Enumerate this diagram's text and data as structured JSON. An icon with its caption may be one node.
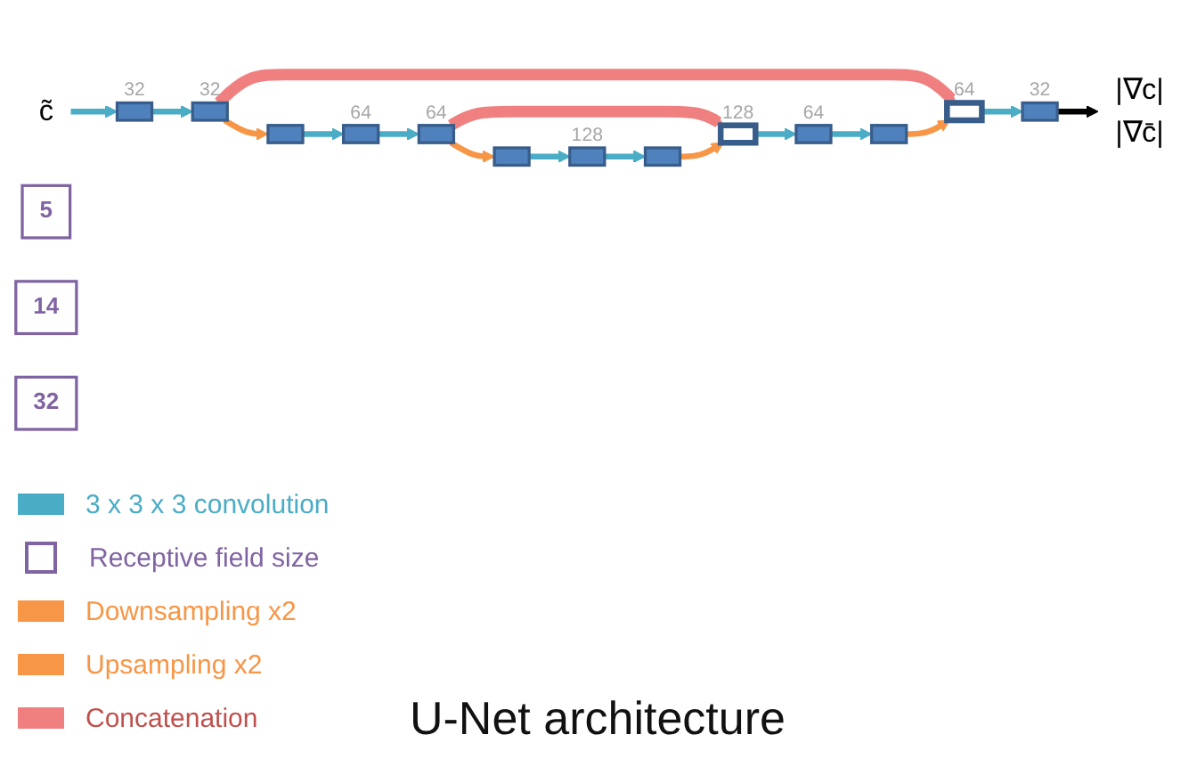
{
  "diagram": {
    "caption": "U-Net architecture",
    "nodes": [
      {
        "text": [
          "c̃"
        ]
      },
      {
        "text": [],
        "shape": "bar",
        "beside": [
          "32"
        ]
      },
      {
        "text": [],
        "shape": "bar",
        "beside": [
          "32"
        ]
      },
      {
        "text": [
          "5"
        ]
      },
      {
        "text": [],
        "shape": "bar",
        "beside": [
          "64"
        ]
      },
      {
        "text": [],
        "shape": "bar",
        "beside": [
          "32"
        ]
      },
      {
        "text": [
          "|∇c|",
          "|∇c̄|"
        ]
      },
      {
        "text": [],
        "shape": "bar"
      },
      {
        "text": [],
        "shape": "bar",
        "beside": [
          "64"
        ]
      },
      {
        "text": [],
        "shape": "bar",
        "beside": [
          "64"
        ]
      },
      {
        "text": [
          "14"
        ]
      },
      {
        "text": [],
        "shape": "bar",
        "beside": [
          "128"
        ]
      },
      {
        "text": [],
        "shape": "bar",
        "beside": [
          "64"
        ]
      },
      {
        "text": [],
        "shape": "bar"
      },
      {
        "text": [],
        "shape": "bar"
      },
      {
        "text": [],
        "shape": "bar",
        "beside": [
          "128"
        ]
      },
      {
        "text": [],
        "shape": "bar"
      },
      {
        "text": [
          "32"
        ]
      }
    ],
    "edges": [
      {
        "from": 0,
        "to": 1,
        "arrow": "to"
      },
      {
        "from": 1,
        "to": 2,
        "arrow": "to"
      },
      {
        "from": 2,
        "to": 4,
        "arrow": "to",
        "style": "thick",
        "color": "#f08080"
      },
      {
        "from": 4,
        "to": 5,
        "arrow": "to"
      },
      {
        "from": 5,
        "to": 6,
        "arrow": "to",
        "color": "#000000"
      },
      {
        "from": 2,
        "to": 7,
        "arrow": "to",
        "color": "#f79646"
      },
      {
        "from": 7,
        "to": 8,
        "arrow": "to"
      },
      {
        "from": 8,
        "to": 9,
        "arrow": "to"
      },
      {
        "from": 9,
        "to": 11,
        "arrow": "to",
        "style": "thick",
        "color": "#f08080"
      },
      {
        "from": 11,
        "to": 12,
        "arrow": "to"
      },
      {
        "from": 12,
        "to": 13,
        "arrow": "to"
      },
      {
        "from": 13,
        "to": 4,
        "arrow": "to",
        "color": "#f79646"
      },
      {
        "from": 9,
        "to": 14,
        "arrow": "to",
        "color": "#f79646"
      },
      {
        "from": 14,
        "to": 15,
        "arrow": "to"
      },
      {
        "from": 15,
        "to": 16,
        "arrow": "to"
      },
      {
        "from": 16,
        "to": 11,
        "arrow": "to",
        "color": "#f79646"
      }
    ],
    "legend": [
      {
        "text": "3 x 3 x 3 convolution"
      },
      {
        "text": "Receptive field size"
      },
      {
        "text": "Downsampling x2"
      },
      {
        "text": "Upsampling x2"
      },
      {
        "text": "Concatenation"
      }
    ]
  }
}
